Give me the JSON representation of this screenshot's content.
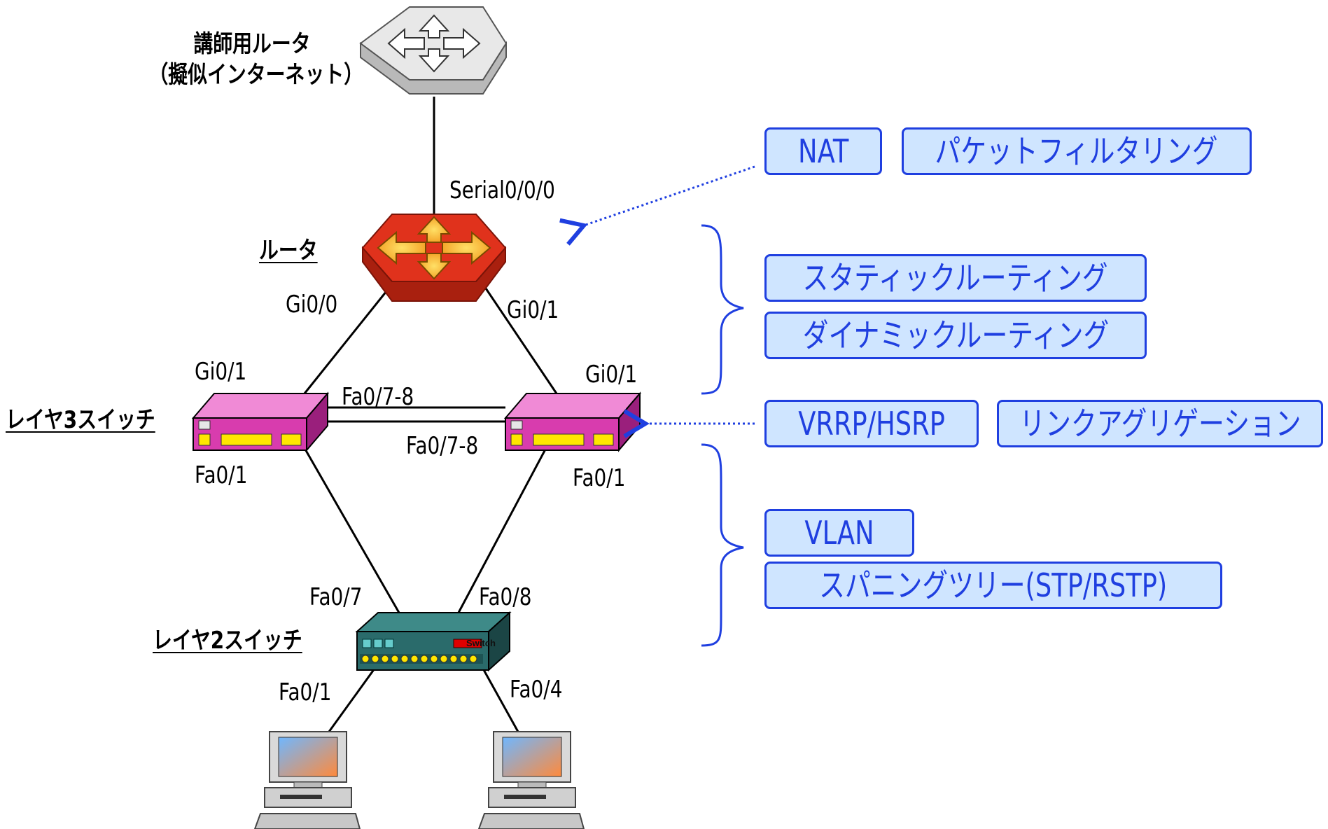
{
  "internet": {
    "line1": "講師用ルータ",
    "line2": "（擬似インターネット）"
  },
  "router": {
    "name": "ルータ",
    "serial_port": "Serial0/0/0",
    "left_port": "Gi0/0",
    "right_port": "Gi0/1"
  },
  "l3switch": {
    "name": "レイヤ3スイッチ",
    "left_uplink": "Gi0/1",
    "right_uplink": "Gi0/1",
    "trunk_left": "Fa0/7-8",
    "trunk_right": "Fa0/7-8",
    "left_down": "Fa0/1",
    "right_down": "Fa0/1"
  },
  "l2switch": {
    "name": "レイヤ2スイッチ",
    "badge": "Switch",
    "left_up": "Fa0/7",
    "right_up": "Fa0/8",
    "left_down": "Fa0/1",
    "right_down": "Fa0/4"
  },
  "features": {
    "nat": "NAT",
    "packet_filtering": "パケットフィルタリング",
    "static_routing": "スタティックルーティング",
    "dynamic_routing": "ダイナミックルーティング",
    "vrrp": "VRRP/HSRP",
    "link_aggregation": "リンクアグリゲーション",
    "vlan": "VLAN",
    "spanning_tree": "スパニングツリー(STP/RSTP)"
  },
  "colors": {
    "feature_fill": "#cfe5ff",
    "feature_border": "#1f3fe0",
    "router_red": "#e0321c",
    "router_arrow": "#f4b026",
    "l3_magenta": "#d83cae",
    "l2_teal": "#2a6b6b",
    "dotted_arrow": "#1f3fe0"
  }
}
